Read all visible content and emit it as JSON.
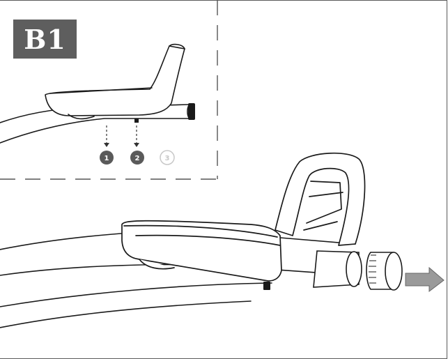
{
  "step_label": "B1",
  "callouts": [
    {
      "label": "1",
      "state": "active"
    },
    {
      "label": "2",
      "state": "active"
    },
    {
      "label": "3",
      "state": "inactive"
    }
  ],
  "colors": {
    "badge_bg": "#5e5e5e",
    "callout_active": "#5a5a5a",
    "callout_inactive": "#c8c8c8",
    "arrow_fill": "#9a9a9a",
    "line": "#1a1a1a"
  }
}
